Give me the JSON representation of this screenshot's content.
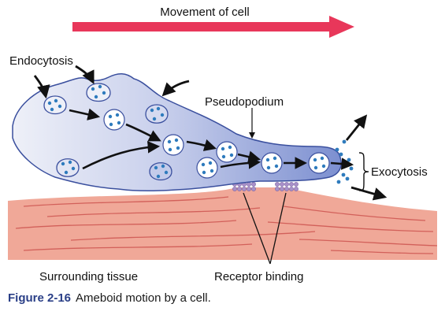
{
  "labels": {
    "movement": "Movement of cell",
    "endocytosis": "Endocytosis",
    "pseudopodium": "Pseudopodium",
    "exocytosis": "Exocytosis",
    "surrounding_tissue": "Surrounding tissue",
    "receptor_binding": "Receptor binding"
  },
  "caption": {
    "number": "Figure 2-16",
    "text": "Ameboid motion by a cell."
  },
  "colors": {
    "arrow_red": "#e8375a",
    "cell_fill_light": "#eef0f8",
    "cell_fill_dark": "#7c8fd0",
    "cell_outline": "#3a4f9e",
    "vesicle_dot": "#2e7bbd",
    "tissue": "#f0a898",
    "tissue_line": "#d2605a",
    "receptor": "#a890c8",
    "caption_blue": "#2a3f87"
  }
}
